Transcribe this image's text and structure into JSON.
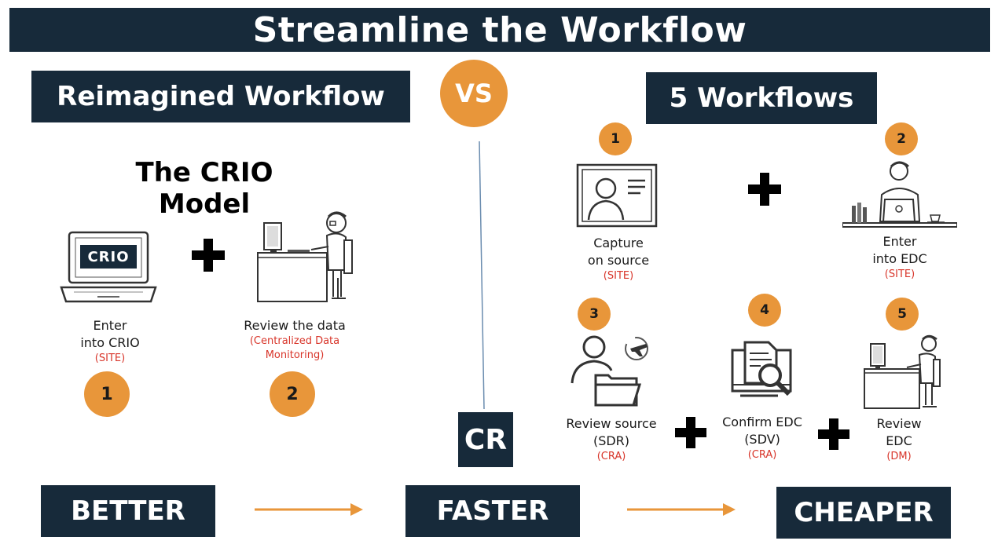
{
  "title": "Streamline the Workflow",
  "vs_label": "VS",
  "left": {
    "header": "Reimagined Workflow",
    "model_title": "The CRIO Model",
    "laptop_logo": "CRIO",
    "steps": [
      {
        "number": "1",
        "caption_line1": "Enter",
        "caption_line2": "into CRIO",
        "role": "(SITE)"
      },
      {
        "number": "2",
        "caption_line1": "Review the data",
        "role_line1": "(Centralized Data",
        "role_line2": "Monitoring)"
      }
    ]
  },
  "right": {
    "header": "5 Workflows",
    "steps": [
      {
        "number": "1",
        "caption_line1": "Capture",
        "caption_line2": "on  source",
        "role": "(SITE)"
      },
      {
        "number": "2",
        "caption_line1": "Enter",
        "caption_line2": "into EDC",
        "role": "(SITE)"
      },
      {
        "number": "3",
        "caption_line1": "Review source",
        "caption_line2": "(SDR)",
        "role": "(CRA)"
      },
      {
        "number": "4",
        "caption_line1": "Confirm EDC",
        "caption_line2": "(SDV)",
        "role": "(CRA)"
      },
      {
        "number": "5",
        "caption_line1": "Review",
        "caption_line2": "EDC",
        "role": "(DM)"
      }
    ]
  },
  "logo_text": "CR",
  "bottom": {
    "better": "BETTER",
    "faster": "FASTER",
    "cheaper": "CHEAPER"
  },
  "colors": {
    "navy": "#172a3a",
    "orange": "#e8963a",
    "red": "#d8352a"
  }
}
